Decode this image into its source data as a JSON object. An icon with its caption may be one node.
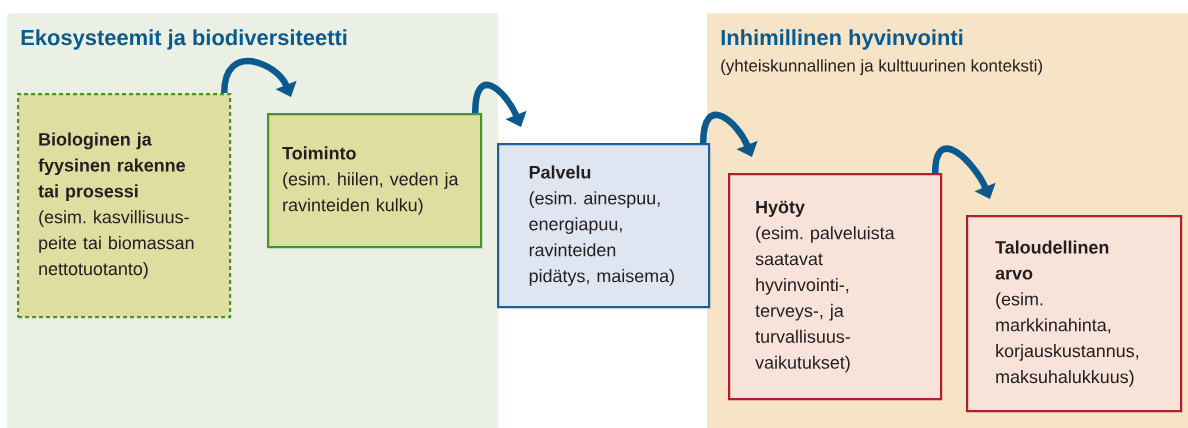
{
  "diagram": {
    "nodes": [
      {
        "text": [
          "Ekosysteemit ja biodiversiteetti"
        ]
      },
      {
        "text": [
          "Biologinen ja fyysinen rakenne tai prosessi",
          "(esim. kasvillisuus- peite tai biomassan nettotuotanto)"
        ],
        "in": 0
      },
      {
        "text": [
          "Toiminto",
          "(esim. hiilen, veden ja ravinteiden kulku)"
        ],
        "in": 0
      },
      {
        "text": [
          "Palvelu",
          "(esim. ainespuu, energiapuu, ravinteiden pidätys, maisema)"
        ]
      },
      {
        "text": [
          "Inhimillinen hyvinvointi",
          "(yhteiskunnallinen ja kulttuurinen konteksti)"
        ]
      },
      {
        "text": [
          "Hyöty",
          "(esim. palveluista saatavat hyvinvointi-, terveys-, ja turvallisuus- vaikutukset)"
        ],
        "in": 4
      },
      {
        "text": [
          "Taloudellinen arvo",
          "(esim. markkinahinta, korjauskustannus, maksuhalukkuus)"
        ],
        "in": 4
      }
    ],
    "edges": [
      {
        "from": 1,
        "to": 2,
        "arrow": "to"
      },
      {
        "from": 2,
        "to": 3,
        "arrow": "to"
      },
      {
        "from": 3,
        "to": 5,
        "arrow": "to"
      },
      {
        "from": 5,
        "to": 6,
        "arrow": "to"
      }
    ]
  }
}
